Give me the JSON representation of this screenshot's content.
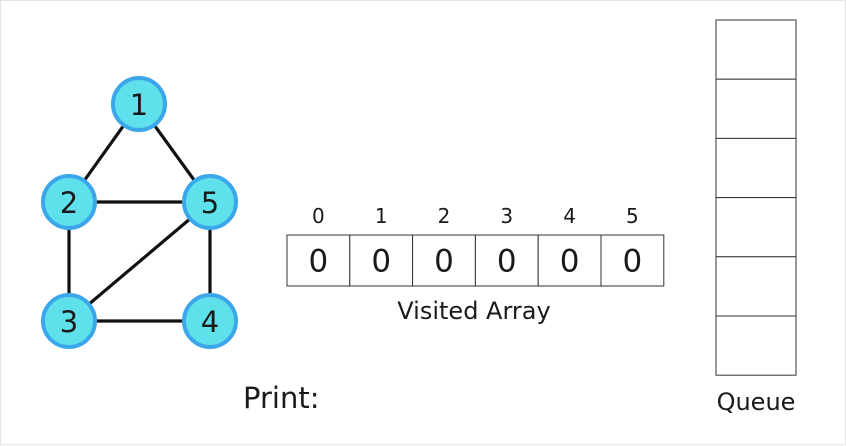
{
  "colors": {
    "node_fill": "#5ee1ea",
    "node_stroke": "#3ba6ea",
    "edge": "#111111",
    "cell_border": "#333333"
  },
  "graph": {
    "nodes": [
      {
        "id": "1",
        "label": "1"
      },
      {
        "id": "2",
        "label": "2"
      },
      {
        "id": "3",
        "label": "3"
      },
      {
        "id": "4",
        "label": "4"
      },
      {
        "id": "5",
        "label": "5"
      }
    ],
    "edges": [
      [
        "1",
        "2"
      ],
      [
        "1",
        "5"
      ],
      [
        "2",
        "5"
      ],
      [
        "2",
        "3"
      ],
      [
        "3",
        "5"
      ],
      [
        "3",
        "4"
      ],
      [
        "4",
        "5"
      ]
    ]
  },
  "visited_array": {
    "indices": [
      "0",
      "1",
      "2",
      "3",
      "4",
      "5"
    ],
    "values": [
      "0",
      "0",
      "0",
      "0",
      "0",
      "0"
    ],
    "caption": "Visited Array"
  },
  "queue": {
    "caption": "Queue",
    "slots": [
      "",
      "",
      "",
      "",
      "",
      ""
    ]
  },
  "print": {
    "label": "Print:",
    "output": ""
  }
}
